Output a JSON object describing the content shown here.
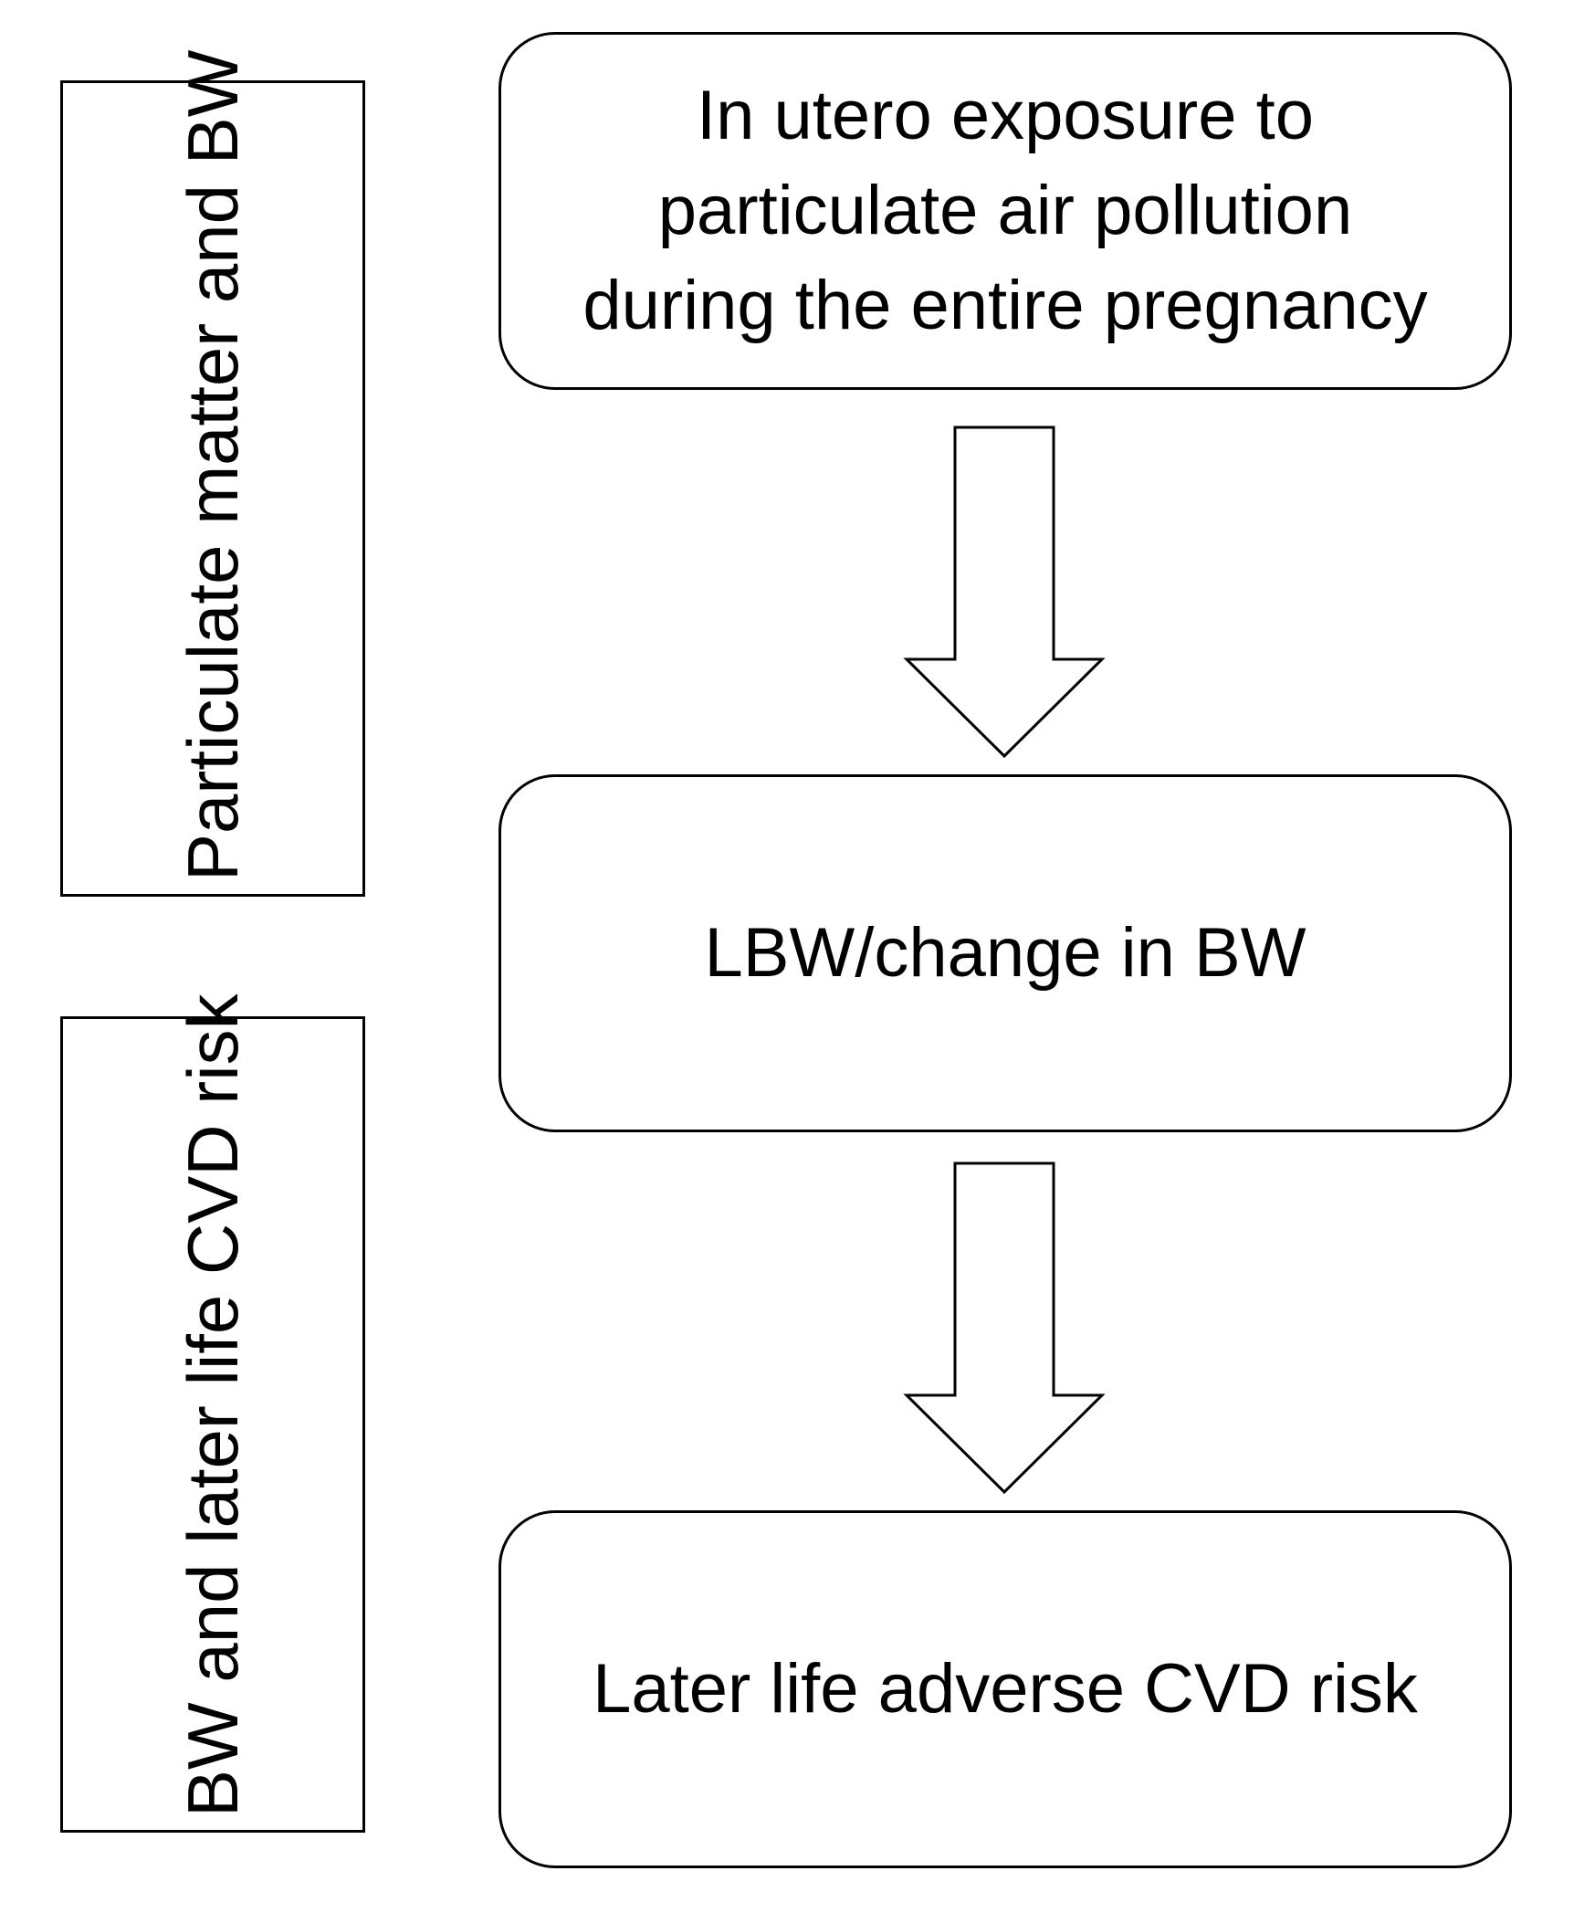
{
  "side_labels": {
    "label_1": "Particulate matter and BW",
    "label_2": "BW and later life CVD risk"
  },
  "flow": {
    "step_1": "In utero exposure to\nparticulate air pollution\nduring the entire pregnancy",
    "step_2": "LBW/change in BW",
    "step_3": "Later life adverse CVD risk"
  },
  "colors": {
    "stroke": "#000000",
    "fill": "#ffffff"
  },
  "icons": {
    "arrow": "down-arrow-icon"
  }
}
